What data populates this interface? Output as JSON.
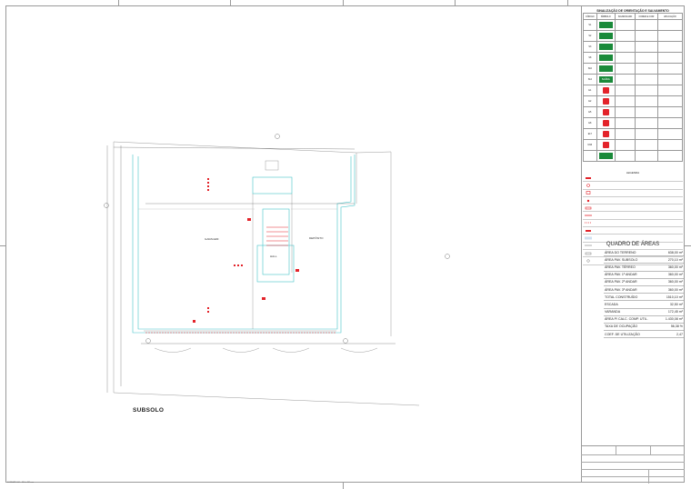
{
  "signage": {
    "title": "SINALIZAÇÃO DE ORIENTAÇÃO E SALVAMENTO",
    "headers": [
      "CÓDIGO",
      "SÍMBOLO",
      "SIGNIFICADO",
      "FORMA E COR",
      "APLICAÇÃO"
    ],
    "rows": [
      {
        "code": "S1",
        "kind": "green"
      },
      {
        "code": "S2",
        "kind": "green"
      },
      {
        "code": "S3",
        "kind": "green"
      },
      {
        "code": "S8",
        "kind": "green"
      },
      {
        "code": "S10",
        "kind": "green"
      },
      {
        "code": "S12",
        "kind": "green",
        "symbol_text": "SAÍDA"
      },
      {
        "code": "E1",
        "kind": "red"
      },
      {
        "code": "E2",
        "kind": "red"
      },
      {
        "code": "E5",
        "kind": "red"
      },
      {
        "code": "E8",
        "kind": "red"
      },
      {
        "code": "E17",
        "kind": "red"
      },
      {
        "code": "M16",
        "kind": "red"
      },
      {
        "code": "",
        "kind": "green"
      }
    ]
  },
  "legend": {
    "title": "LEGENDA"
  },
  "quadro": {
    "title": "QUADRO DE ÁREAS",
    "rows": [
      {
        "label": "ÁREA DO TERRENO",
        "value": "638,00 m²"
      },
      {
        "label": "ÁREA PAV. SUBSOLO",
        "value": "270,10 m²"
      },
      {
        "label": "ÁREA PAV. TÉRREO",
        "value": "360,00 m²"
      },
      {
        "label": "ÁREA PAV. 1º ANDAR",
        "value": "360,00 m²"
      },
      {
        "label": "ÁREA PAV. 2º ANDAR",
        "value": "360,00 m²"
      },
      {
        "label": "ÁREA PAV. 3º ANDAR",
        "value": "360,00 m²"
      },
      {
        "label": "TOTAL CONSTRUÍDO",
        "value": "1510,10 m²"
      },
      {
        "label": "ESCADA",
        "value": "32,50 m²"
      },
      {
        "label": "VARANDA",
        "value": "172,45 m²"
      },
      {
        "label": "ÁREA P/ CALC. COMP. UTIL.",
        "value": "1.430,08 m²"
      },
      {
        "label": "TAXA DE OCUPAÇÃO",
        "value": "56,38 %"
      },
      {
        "label": "COEF. DE UTILIZAÇÃO",
        "value": "2,47"
      }
    ]
  },
  "plan": {
    "label": "SUBSOLO",
    "rooms": [
      "GARAGEM",
      "DEPÓSITO",
      "HALL"
    ]
  },
  "format_note": "FORMATO A1 - 594 x 841mm"
}
